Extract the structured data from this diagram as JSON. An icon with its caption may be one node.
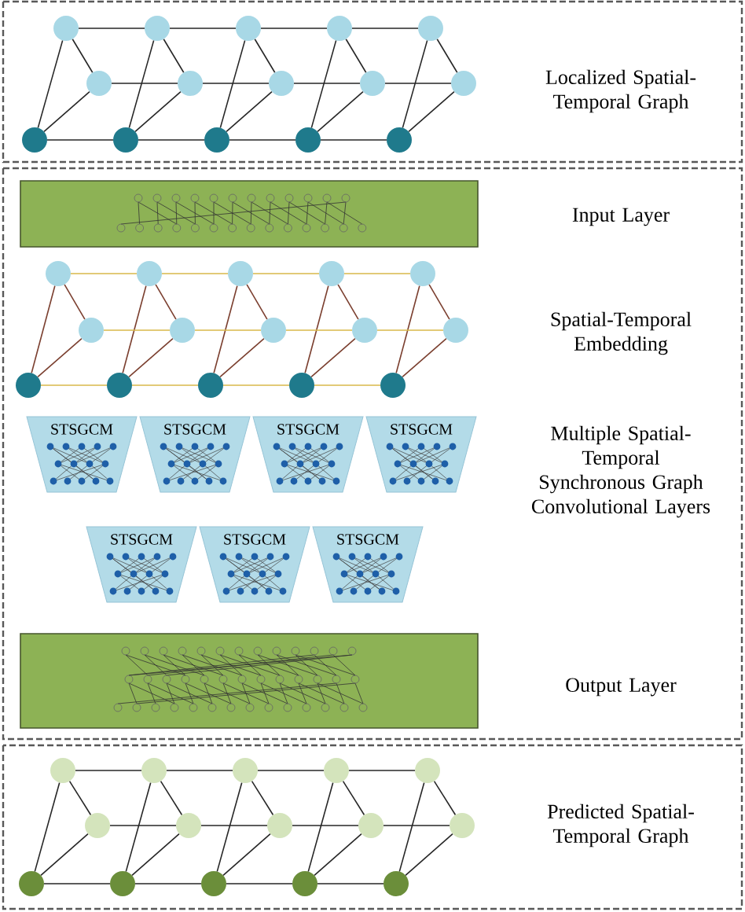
{
  "diagram": {
    "nodes": [
      {
        "text": [],
        "shape": "circle"
      },
      {
        "text": [],
        "shape": "circle"
      },
      {
        "text": [],
        "shape": "circle"
      },
      {
        "text": [],
        "shape": "circle"
      },
      {
        "text": [],
        "shape": "circle"
      },
      {
        "text": [],
        "shape": "circle"
      },
      {
        "text": [],
        "shape": "circle"
      },
      {
        "text": [],
        "shape": "circle"
      },
      {
        "text": [],
        "shape": "circle"
      },
      {
        "text": [],
        "shape": "circle"
      },
      {
        "text": [],
        "shape": "circle"
      },
      {
        "text": [],
        "shape": "circle"
      },
      {
        "text": [],
        "shape": "circle"
      },
      {
        "text": [],
        "shape": "circle"
      },
      {
        "text": [],
        "shape": "circle"
      },
      {
        "text": [],
        "shape": "circle"
      },
      {
        "text": [],
        "shape": "circle"
      },
      {
        "text": [],
        "shape": "circle"
      },
      {
        "text": [],
        "shape": "circle"
      },
      {
        "text": [],
        "shape": "circle"
      },
      {
        "text": [],
        "shape": "circle"
      },
      {
        "text": [],
        "shape": "circle"
      },
      {
        "text": [],
        "shape": "circle"
      },
      {
        "text": [],
        "shape": "circle"
      },
      {
        "text": [],
        "shape": "circle"
      },
      {
        "text": [],
        "shape": "circle"
      },
      {
        "text": [],
        "shape": "circle"
      },
      {
        "text": [],
        "shape": "circle"
      },
      {
        "text": [],
        "shape": "circle"
      },
      {
        "text": [],
        "shape": "circle"
      },
      {
        "text": [
          "STSGCM"
        ]
      },
      {
        "text": [
          "STSGCM"
        ]
      },
      {
        "text": [
          "STSGCM"
        ]
      },
      {
        "text": [
          "STSGCM"
        ]
      },
      {
        "text": [
          "STSGCM"
        ]
      },
      {
        "text": [
          "STSGCM"
        ]
      },
      {
        "text": [
          "STSGCM"
        ]
      },
      {
        "text": [],
        "shape": "circle"
      },
      {
        "text": [],
        "shape": "circle"
      },
      {
        "text": [],
        "shape": "circle"
      },
      {
        "text": [],
        "shape": "circle"
      },
      {
        "text": [],
        "shape": "circle"
      },
      {
        "text": [],
        "shape": "circle"
      },
      {
        "text": [],
        "shape": "circle"
      },
      {
        "text": [],
        "shape": "circle"
      },
      {
        "text": [],
        "shape": "circle"
      },
      {
        "text": [],
        "shape": "circle"
      },
      {
        "text": [],
        "shape": "circle"
      },
      {
        "text": [],
        "shape": "circle"
      },
      {
        "text": [],
        "shape": "circle"
      },
      {
        "text": [],
        "shape": "circle"
      },
      {
        "text": [],
        "shape": "circle"
      }
    ],
    "edges": [
      {
        "from": 0,
        "to": 5,
        "arrow": "none"
      },
      {
        "from": 0,
        "to": 10,
        "arrow": "none"
      },
      {
        "from": 5,
        "to": 10,
        "arrow": "none"
      },
      {
        "from": 1,
        "to": 6,
        "arrow": "none"
      },
      {
        "from": 1,
        "to": 11,
        "arrow": "none"
      },
      {
        "from": 6,
        "to": 11,
        "arrow": "none"
      },
      {
        "from": 2,
        "to": 7,
        "arrow": "none"
      },
      {
        "from": 2,
        "to": 12,
        "arrow": "none"
      },
      {
        "from": 7,
        "to": 12,
        "arrow": "none"
      },
      {
        "from": 3,
        "to": 8,
        "arrow": "none"
      },
      {
        "from": 3,
        "to": 13,
        "arrow": "none"
      },
      {
        "from": 8,
        "to": 13,
        "arrow": "none"
      },
      {
        "from": 4,
        "to": 9,
        "arrow": "none"
      },
      {
        "from": 4,
        "to": 14,
        "arrow": "none"
      },
      {
        "from": 9,
        "to": 14,
        "arrow": "none"
      },
      {
        "from": 0,
        "to": 1,
        "arrow": "none"
      },
      {
        "from": 1,
        "to": 2,
        "arrow": "none"
      },
      {
        "from": 2,
        "to": 3,
        "arrow": "none"
      },
      {
        "from": 3,
        "to": 4,
        "arrow": "none"
      },
      {
        "from": 5,
        "to": 6,
        "arrow": "none"
      },
      {
        "from": 6,
        "to": 7,
        "arrow": "none"
      },
      {
        "from": 7,
        "to": 8,
        "arrow": "none"
      },
      {
        "from": 8,
        "to": 9,
        "arrow": "none"
      },
      {
        "from": 10,
        "to": 11,
        "arrow": "none"
      },
      {
        "from": 11,
        "to": 12,
        "arrow": "none"
      },
      {
        "from": 12,
        "to": 13,
        "arrow": "none"
      },
      {
        "from": 13,
        "to": 14,
        "arrow": "none"
      },
      {
        "from": 15,
        "to": 20,
        "arrow": "none",
        "color": "#7b3f2f"
      },
      {
        "from": 15,
        "to": 25,
        "arrow": "none",
        "color": "#7b3f2f"
      },
      {
        "from": 20,
        "to": 25,
        "arrow": "none",
        "color": "#7b3f2f"
      },
      {
        "from": 16,
        "to": 21,
        "arrow": "none",
        "color": "#7b3f2f"
      },
      {
        "from": 16,
        "to": 26,
        "arrow": "none",
        "color": "#7b3f2f"
      },
      {
        "from": 21,
        "to": 26,
        "arrow": "none",
        "color": "#7b3f2f"
      },
      {
        "from": 17,
        "to": 22,
        "arrow": "none",
        "color": "#7b3f2f"
      },
      {
        "from": 17,
        "to": 27,
        "arrow": "none",
        "color": "#7b3f2f"
      },
      {
        "from": 22,
        "to": 27,
        "arrow": "none",
        "color": "#7b3f2f"
      },
      {
        "from": 18,
        "to": 23,
        "arrow": "none",
        "color": "#7b3f2f"
      },
      {
        "from": 18,
        "to": 28,
        "arrow": "none",
        "color": "#7b3f2f"
      },
      {
        "from": 23,
        "to": 28,
        "arrow": "none",
        "color": "#7b3f2f"
      },
      {
        "from": 19,
        "to": 24,
        "arrow": "none",
        "color": "#7b3f2f"
      },
      {
        "from": 19,
        "to": 29,
        "arrow": "none",
        "color": "#7b3f2f"
      },
      {
        "from": 24,
        "to": 29,
        "arrow": "none",
        "color": "#7b3f2f"
      },
      {
        "from": 15,
        "to": 16,
        "arrow": "none",
        "color": "#d9b84a"
      },
      {
        "from": 16,
        "to": 17,
        "arrow": "none",
        "color": "#d9b84a"
      },
      {
        "from": 17,
        "to": 18,
        "arrow": "none",
        "color": "#d9b84a"
      },
      {
        "from": 18,
        "to": 19,
        "arrow": "none",
        "color": "#d9b84a"
      },
      {
        "from": 20,
        "to": 21,
        "arrow": "none",
        "color": "#d9b84a"
      },
      {
        "from": 21,
        "to": 22,
        "arrow": "none",
        "color": "#d9b84a"
      },
      {
        "from": 22,
        "to": 23,
        "arrow": "none",
        "color": "#d9b84a"
      },
      {
        "from": 23,
        "to": 24,
        "arrow": "none",
        "color": "#d9b84a"
      },
      {
        "from": 25,
        "to": 26,
        "arrow": "none",
        "color": "#d9b84a"
      },
      {
        "from": 26,
        "to": 27,
        "arrow": "none",
        "color": "#d9b84a"
      },
      {
        "from": 27,
        "to": 28,
        "arrow": "none",
        "color": "#d9b84a"
      },
      {
        "from": 28,
        "to": 29,
        "arrow": "none",
        "color": "#d9b84a"
      },
      {
        "from": 37,
        "to": 42,
        "arrow": "none"
      },
      {
        "from": 37,
        "to": 47,
        "arrow": "none"
      },
      {
        "from": 42,
        "to": 47,
        "arrow": "none"
      },
      {
        "from": 38,
        "to": 43,
        "arrow": "none"
      },
      {
        "from": 38,
        "to": 48,
        "arrow": "none"
      },
      {
        "from": 43,
        "to": 48,
        "arrow": "none"
      },
      {
        "from": 39,
        "to": 44,
        "arrow": "none"
      },
      {
        "from": 39,
        "to": 49,
        "arrow": "none"
      },
      {
        "from": 44,
        "to": 49,
        "arrow": "none"
      },
      {
        "from": 40,
        "to": 45,
        "arrow": "none"
      },
      {
        "from": 40,
        "to": 50,
        "arrow": "none"
      },
      {
        "from": 45,
        "to": 50,
        "arrow": "none"
      },
      {
        "from": 41,
        "to": 46,
        "arrow": "none"
      },
      {
        "from": 41,
        "to": 51,
        "arrow": "none"
      },
      {
        "from": 46,
        "to": 51,
        "arrow": "none"
      },
      {
        "from": 37,
        "to": 38,
        "arrow": "none"
      },
      {
        "from": 38,
        "to": 39,
        "arrow": "none"
      },
      {
        "from": 39,
        "to": 40,
        "arrow": "none"
      },
      {
        "from": 40,
        "to": 41,
        "arrow": "none"
      },
      {
        "from": 42,
        "to": 43,
        "arrow": "none"
      },
      {
        "from": 43,
        "to": 44,
        "arrow": "none"
      },
      {
        "from": 44,
        "to": 45,
        "arrow": "none"
      },
      {
        "from": 45,
        "to": 46,
        "arrow": "none"
      },
      {
        "from": 47,
        "to": 48,
        "arrow": "none"
      },
      {
        "from": 48,
        "to": 49,
        "arrow": "none"
      },
      {
        "from": 49,
        "to": 50,
        "arrow": "none"
      },
      {
        "from": 50,
        "to": 51,
        "arrow": "none"
      }
    ],
    "labels": [
      "Localized Spatial-Temporal Graph",
      "Input Layer",
      "Spatial-Temporal Embedding",
      "Multiple Spatial-Temporal Synchronous Graph Convolutional Layers",
      "Output Layer",
      "Predicted Spatial-Temporal Graph"
    ]
  }
}
